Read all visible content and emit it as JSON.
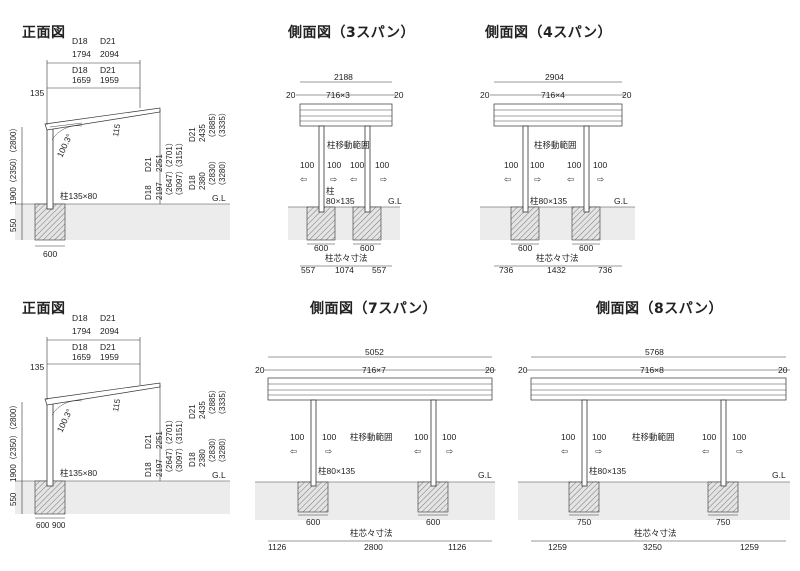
{
  "titles": {
    "front_top": "正面図",
    "side3": "側面図（3スパン）",
    "side4": "側面図（4スパン）",
    "front_bottom": "正面図",
    "side7": "側面図（7スパン）",
    "side8": "側面図（8スパン）"
  },
  "front": {
    "d18_label": "D18",
    "d21_label": "D21",
    "top_d18": "1794",
    "top_d21": "2094",
    "mid_d18": "1659",
    "mid_d21": "1959",
    "eave": "135",
    "rise": "115",
    "angle": "100.3°",
    "left_heights": "1900（2350）（2800）",
    "foundation": "550",
    "width_600": "600",
    "width_900": "900",
    "post_label": "柱135×80",
    "gl": "G.L",
    "d21_col": [
      "2251",
      "（2701）",
      "（3151）"
    ],
    "d18_col_a": [
      "2197",
      "（2647）",
      "（3097）"
    ],
    "d18_col_b": [
      "2380",
      "（2830）",
      "（3280）"
    ],
    "d21_col_b": [
      "2435",
      "（2885）",
      "（3335）"
    ]
  },
  "side3": {
    "total": "2188",
    "edge": "20",
    "span": "716×3",
    "range_label": "柱移動範囲",
    "move": "100",
    "post_label_a": "柱",
    "post_label_b": "80×135",
    "gl": "G.L",
    "footing": "600",
    "center_label": "柱芯々寸法",
    "left": "557",
    "center": "1074",
    "right": "557"
  },
  "side4": {
    "total": "2904",
    "edge": "20",
    "span": "716×4",
    "range_label": "柱移動範囲",
    "move": "100",
    "post_label": "柱80×135",
    "gl": "G.L",
    "footing": "600",
    "center_label": "柱芯々寸法",
    "left": "736",
    "center": "1432",
    "right": "736"
  },
  "side7": {
    "total": "5052",
    "edge": "20",
    "span": "716×7",
    "range_label": "柱移動範囲",
    "move": "100",
    "post_label": "柱80×135",
    "gl": "G.L",
    "footing": "600",
    "center_label": "柱芯々寸法",
    "left": "1126",
    "center": "2800",
    "right": "1126"
  },
  "side8": {
    "total": "5768",
    "edge": "20",
    "span": "716×8",
    "range_label": "柱移動範囲",
    "move": "100",
    "post_label": "柱80×135",
    "gl": "G.L",
    "footing": "750",
    "center_label": "柱芯々寸法",
    "left": "1259",
    "center": "3250",
    "right": "1259"
  }
}
